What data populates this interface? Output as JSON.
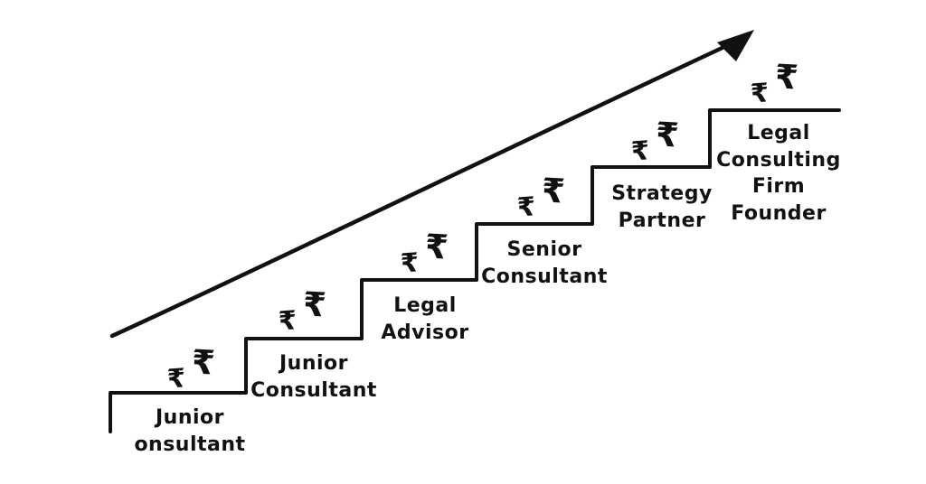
{
  "diagram": {
    "rupee_symbol": "₹",
    "steps": [
      {
        "label": "Junior\nonsultant"
      },
      {
        "label": "Junior\nConsultant"
      },
      {
        "label": "Legal\nAdvisor"
      },
      {
        "label": "Senior\nConsultant"
      },
      {
        "label": "Strategy\nPartner"
      },
      {
        "label": "Legal\nConsulting\nFirm\nFounder"
      }
    ],
    "colors": {
      "ink": "#111111",
      "background": "#ffffff"
    }
  }
}
